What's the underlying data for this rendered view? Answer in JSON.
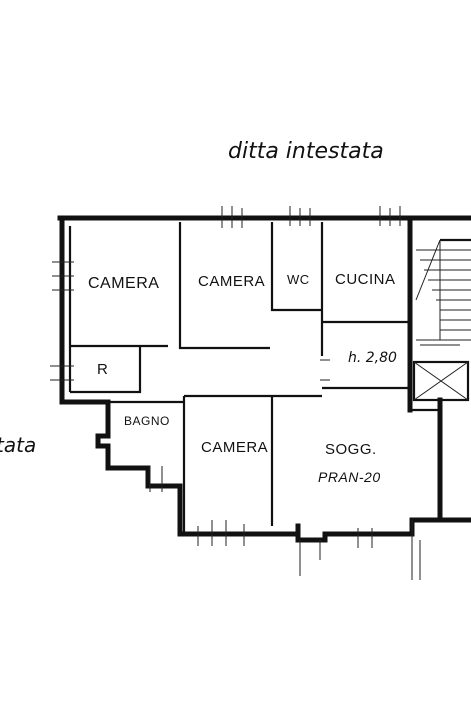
{
  "header_note": "ditta intestata",
  "side_note": "tata",
  "height_note": "h. 2,80",
  "rooms": {
    "camera_1": "CAMERA",
    "camera_2": "CAMERA",
    "wc": "WC",
    "cucina": "CUCINA",
    "ripostiglio": "R",
    "bagno": "BAGNO",
    "camera_3": "CAMERA",
    "soggiorno_line1": "SOGG.",
    "soggiorno_line2": "PRAN-20"
  }
}
